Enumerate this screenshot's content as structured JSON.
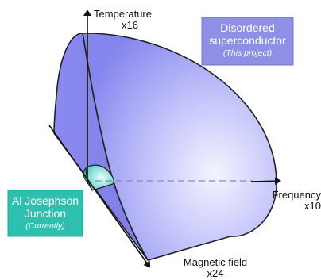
{
  "axes": {
    "temperature": {
      "label": "Temperature",
      "factor": "x16"
    },
    "frequency": {
      "label": "Frequency",
      "factor": "x10"
    },
    "magnetic_field": {
      "label": "Magnetic field",
      "factor": "x24"
    }
  },
  "boxes": {
    "disordered": {
      "line1": "Disordered",
      "line2": "superconductor",
      "note": "(This project)"
    },
    "al_junction": {
      "line1": "Al Josephson",
      "line2": "Junction",
      "note": "(Currently)"
    }
  },
  "colors": {
    "big_region": "#8f8ff2",
    "big_region_light": "#f4f4ff",
    "big_region_dark": "#7f7fe8",
    "small_region": "#45d0c0",
    "box_purple": "#8f8fe6",
    "box_teal": "#2fbfae"
  }
}
